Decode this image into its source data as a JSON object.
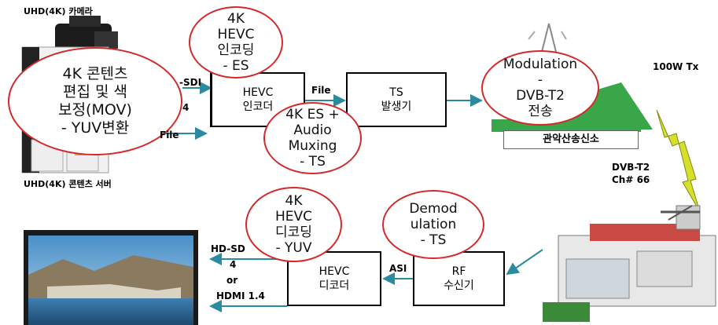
{
  "camera": {
    "label": "UHD(4K) 카메라"
  },
  "server": {
    "label": "UHD(4K) 콘텐츠 서버"
  },
  "ovals": {
    "edit": [
      "4K 콘텐츠",
      "편집 및 색",
      "보정(MOV)",
      "- YUV변환"
    ],
    "encode": [
      "4K",
      "HEVC",
      "인코딩",
      "- ES"
    ],
    "mux": [
      "4K ES +",
      "Audio",
      "Muxing",
      "- TS"
    ],
    "modulation": [
      "Modulation",
      "-",
      "DVB-T2",
      "전송"
    ],
    "decode": [
      "4K",
      "HEVC",
      "디코딩",
      "- YUV"
    ],
    "demod": [
      "Demod",
      "ulation",
      "- TS"
    ]
  },
  "boxes": {
    "encoder": [
      "HEVC",
      "인코더"
    ],
    "ts_gen": [
      "TS",
      "발생기"
    ],
    "decoder": [
      "HEVC",
      "디코더"
    ],
    "rf_rx": [
      "RF",
      "수신기"
    ]
  },
  "labels": {
    "sdi_top": "-SDI",
    "sdi_top_4": "4",
    "file_bottom": "File",
    "file_mid": "File",
    "tx_power": "100W Tx",
    "site": "관악산송신소",
    "dvb": "DVB-T2",
    "channel": "Ch# 66",
    "hd_sdi": "HD-SD",
    "hd_sdi_4": "4",
    "or": "or",
    "hdmi": "HDMI 1.4",
    "asi": "ASI"
  },
  "colors": {
    "oval_stroke": "#d4292b",
    "arrow": "#2a8aa0",
    "mountain": "#3aa64a"
  }
}
